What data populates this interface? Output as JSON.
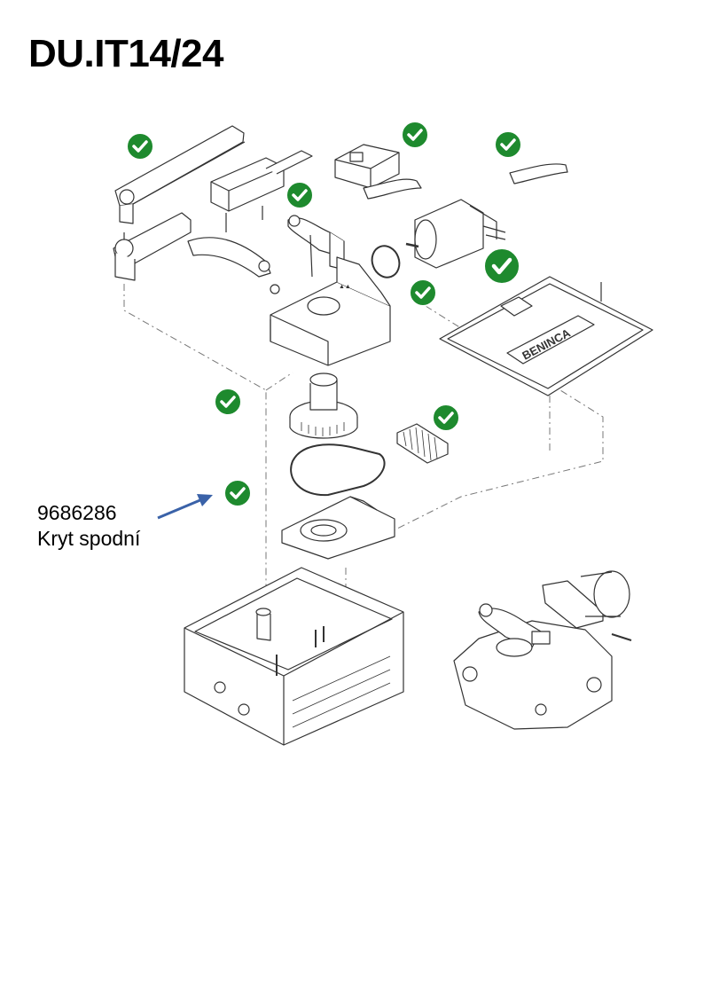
{
  "title": "DU.IT14/24",
  "callout": {
    "part_number": "9686286",
    "part_name": "Kryt spodní"
  },
  "diagram": {
    "brand_label": "BENINCA",
    "check_color": "#1e8a2e",
    "arrow_color": "#3a62a8",
    "marked_parts_count": 9
  }
}
